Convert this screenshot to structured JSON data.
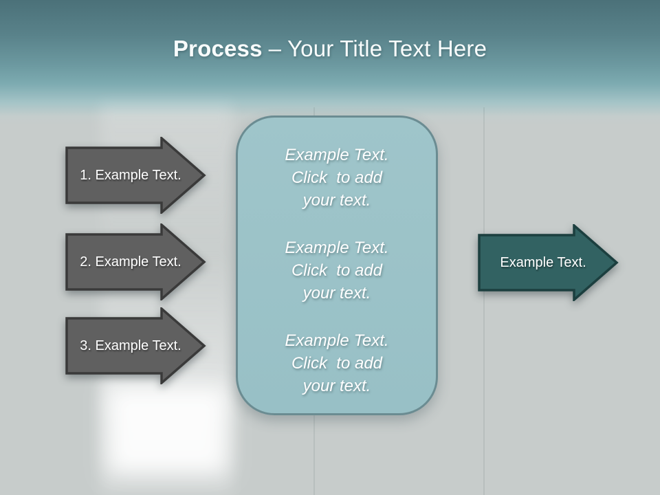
{
  "title": {
    "keyword": "Process",
    "rest": "– Your Title Text Here"
  },
  "arrows": {
    "steps": [
      {
        "label": "1. Example Text."
      },
      {
        "label": "2. Example Text."
      },
      {
        "label": "3. Example Text."
      }
    ],
    "result": {
      "label": "Example Text."
    }
  },
  "box": {
    "blocks": [
      {
        "lines": [
          "Example Text.",
          "Click  to add",
          "your text."
        ]
      },
      {
        "lines": [
          "Example Text.",
          "Click  to add",
          "your text."
        ]
      },
      {
        "lines": [
          "Example Text.",
          "Click  to add",
          "your text."
        ]
      }
    ]
  },
  "colors": {
    "header-teal-dark": "#4b7179",
    "header-teal-light": "#7dabb1",
    "background-gray": "#c7cccb",
    "step-arrow-fill": "#606060",
    "step-arrow-border": "#3a3a3a",
    "content-box-fill": "#98c0c6",
    "content-box-border": "#6b8c92",
    "result-arrow-fill": "#326262",
    "result-arrow-border": "#1c3f3f",
    "text-white": "#ffffff"
  }
}
